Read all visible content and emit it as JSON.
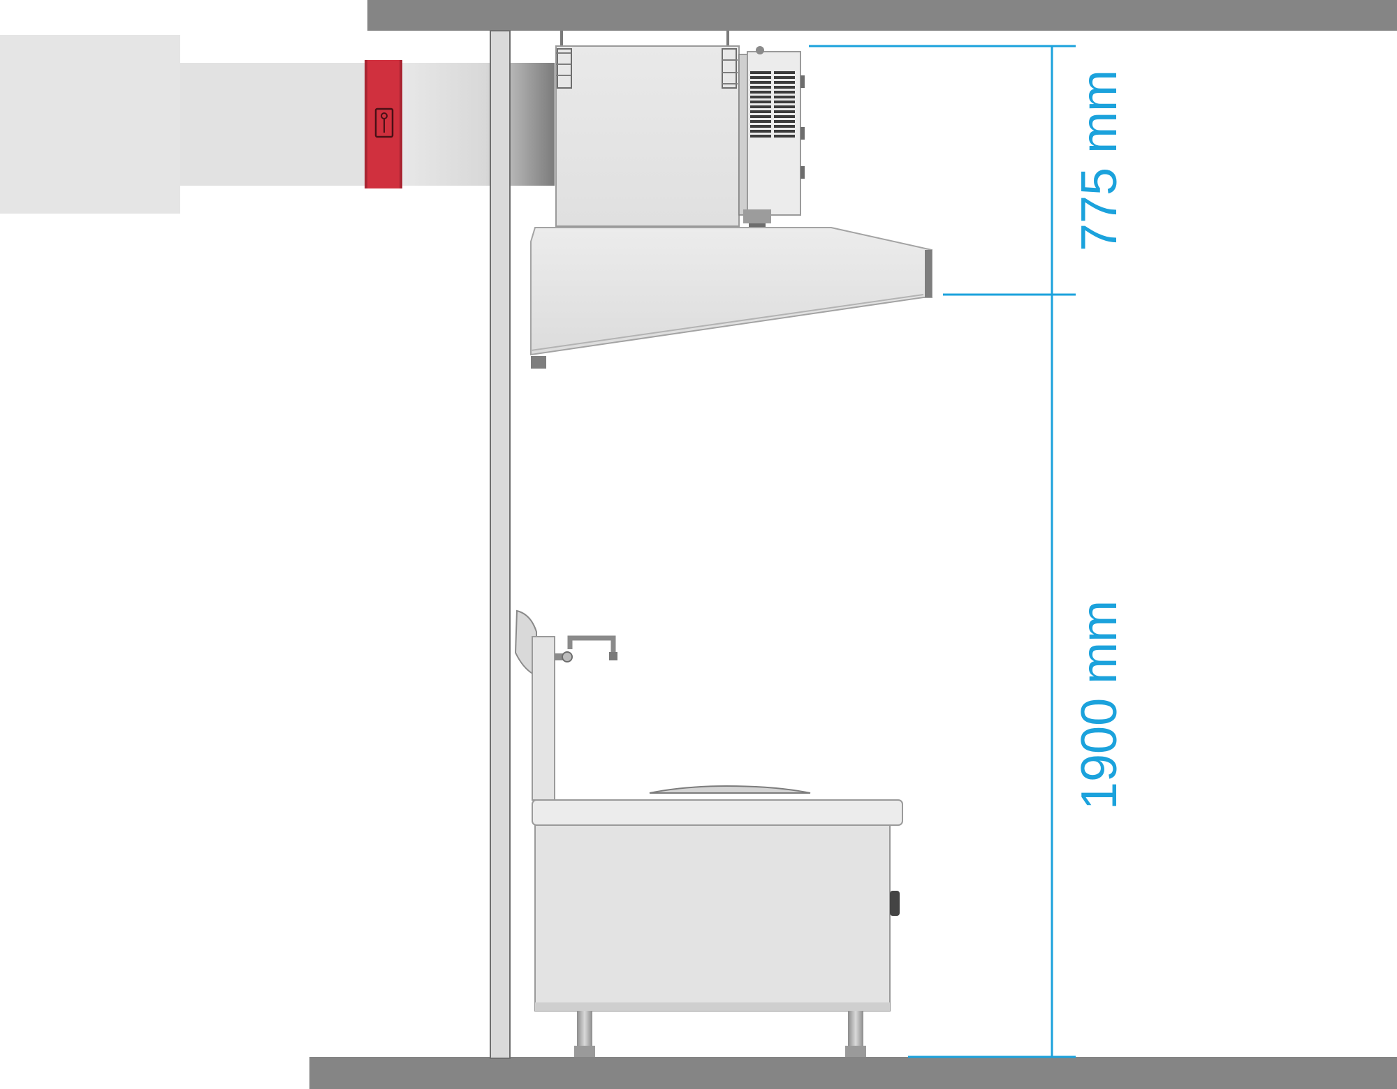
{
  "diagram": {
    "dimensions": [
      {
        "id": "hood-to-ceiling",
        "value": "775 mm"
      },
      {
        "id": "floor-to-hood",
        "value": "1900 mm"
      }
    ]
  },
  "colors": {
    "background": "#ffffff",
    "ceiling_floor": "#858585",
    "duct": "#e6e6e6",
    "duct_shadow": "#8a8a8a",
    "fire_damper": "#d0303e",
    "fire_damper_dark": "#b22a36",
    "dimension": "#1ba2dc",
    "steel": "#e3e3e3",
    "steel_edge": "#a9a9a9",
    "steel_dark": "#6d6d6d"
  }
}
